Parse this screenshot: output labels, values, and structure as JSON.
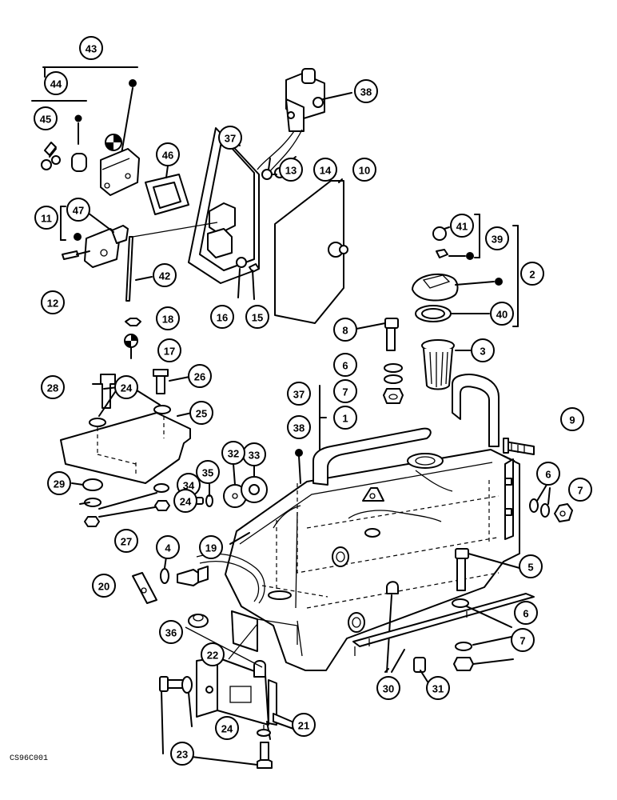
{
  "drawing_code": "CS96C001",
  "callouts": [
    {
      "id": "c43",
      "label": "43"
    },
    {
      "id": "c44",
      "label": "44"
    },
    {
      "id": "c45",
      "label": "45"
    },
    {
      "id": "c38a",
      "label": "38"
    },
    {
      "id": "c37a",
      "label": "37"
    },
    {
      "id": "c46",
      "label": "46"
    },
    {
      "id": "c13",
      "label": "13"
    },
    {
      "id": "c14",
      "label": "14"
    },
    {
      "id": "c10",
      "label": "10"
    },
    {
      "id": "c11",
      "label": "11"
    },
    {
      "id": "c47",
      "label": "47"
    },
    {
      "id": "c12",
      "label": "12"
    },
    {
      "id": "c42",
      "label": "42"
    },
    {
      "id": "c16",
      "label": "16"
    },
    {
      "id": "c15",
      "label": "15"
    },
    {
      "id": "c41",
      "label": "41"
    },
    {
      "id": "c39",
      "label": "39"
    },
    {
      "id": "c2",
      "label": "2"
    },
    {
      "id": "c40",
      "label": "40"
    },
    {
      "id": "c18",
      "label": "18"
    },
    {
      "id": "c17",
      "label": "17"
    },
    {
      "id": "c8",
      "label": "8"
    },
    {
      "id": "c3",
      "label": "3"
    },
    {
      "id": "c6a",
      "label": "6"
    },
    {
      "id": "c28",
      "label": "28"
    },
    {
      "id": "c24a",
      "label": "24"
    },
    {
      "id": "c26",
      "label": "26"
    },
    {
      "id": "c37b",
      "label": "37"
    },
    {
      "id": "c7a",
      "label": "7"
    },
    {
      "id": "c25",
      "label": "25"
    },
    {
      "id": "c38b",
      "label": "38"
    },
    {
      "id": "c1",
      "label": "1"
    },
    {
      "id": "c9",
      "label": "9"
    },
    {
      "id": "c33",
      "label": "33"
    },
    {
      "id": "c32",
      "label": "32"
    },
    {
      "id": "c6b",
      "label": "6"
    },
    {
      "id": "c7b",
      "label": "7"
    },
    {
      "id": "c29",
      "label": "29"
    },
    {
      "id": "c35",
      "label": "35"
    },
    {
      "id": "c34",
      "label": "34"
    },
    {
      "id": "c24b",
      "label": "24"
    },
    {
      "id": "c27",
      "label": "27"
    },
    {
      "id": "c4",
      "label": "4"
    },
    {
      "id": "c19",
      "label": "19"
    },
    {
      "id": "c5",
      "label": "5"
    },
    {
      "id": "c20",
      "label": "20"
    },
    {
      "id": "c36",
      "label": "36"
    },
    {
      "id": "c6c",
      "label": "6"
    },
    {
      "id": "c22",
      "label": "22"
    },
    {
      "id": "c7c",
      "label": "7"
    },
    {
      "id": "c30",
      "label": "30"
    },
    {
      "id": "c31",
      "label": "31"
    },
    {
      "id": "c21",
      "label": "21"
    },
    {
      "id": "c24c",
      "label": "24"
    },
    {
      "id": "c23",
      "label": "23"
    }
  ]
}
